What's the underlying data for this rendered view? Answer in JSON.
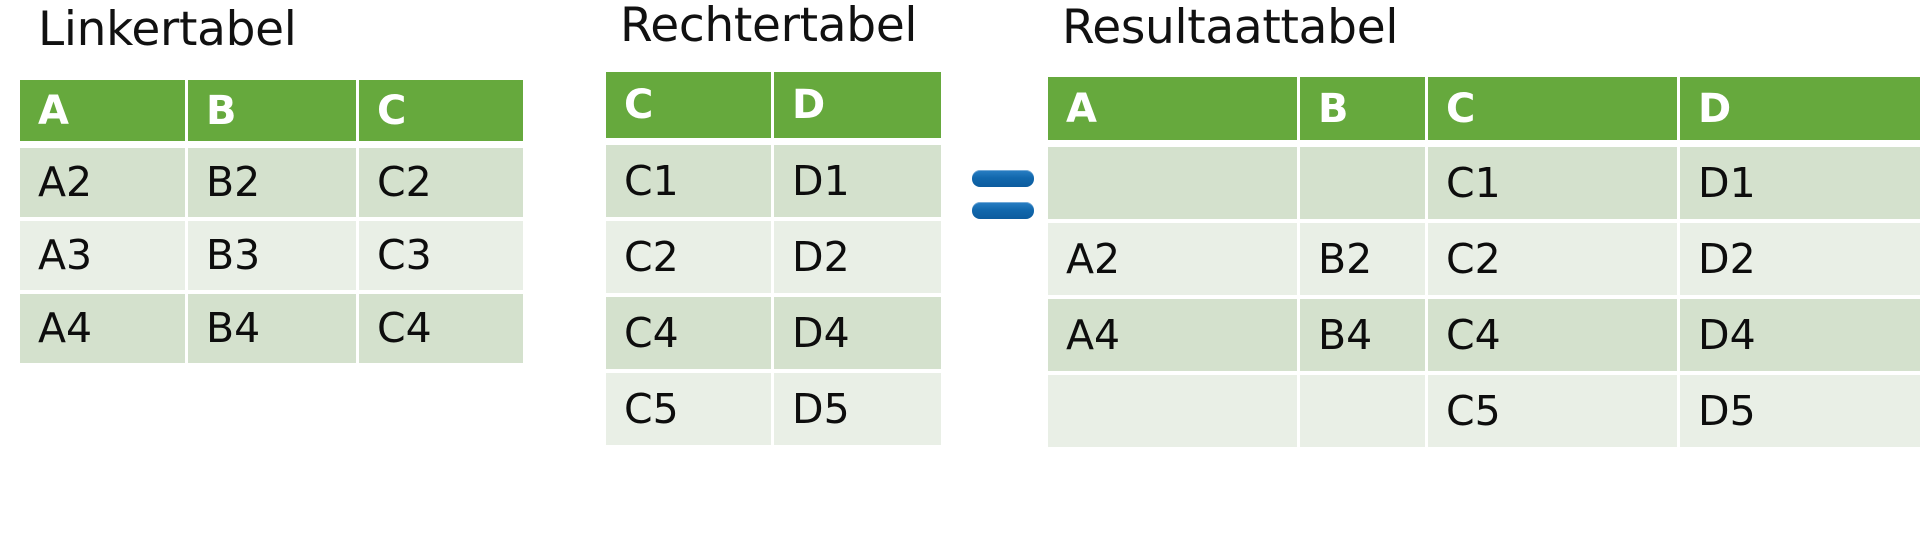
{
  "diagram": {
    "type": "sql-join-illustration",
    "background_color": "#ffffff",
    "header_color": "#66a93d",
    "row_color_dark": "#d4e1cd",
    "row_color_light": "#e9efe6",
    "accent_color": "#1268ad"
  },
  "left_table": {
    "title": "Linkertabel",
    "headers": [
      "A",
      "B",
      "C"
    ],
    "rows": [
      [
        "A2",
        "B2",
        "C2"
      ],
      [
        "A3",
        "B3",
        "C3"
      ],
      [
        "A4",
        "B4",
        "C4"
      ]
    ]
  },
  "right_table": {
    "title": "Rechtertabel",
    "headers": [
      "C",
      "D"
    ],
    "rows": [
      [
        "C1",
        "D1"
      ],
      [
        "C2",
        "D2"
      ],
      [
        "C4",
        "D4"
      ],
      [
        "C5",
        "D5"
      ]
    ]
  },
  "result_table": {
    "title": "Resultaattabel",
    "headers": [
      "A",
      "B",
      "C",
      "D"
    ],
    "rows": [
      [
        "",
        "",
        "C1",
        "D1"
      ],
      [
        "A2",
        "B2",
        "C2",
        "D2"
      ],
      [
        "A4",
        "B4",
        "C4",
        "D4"
      ],
      [
        "",
        "",
        "C5",
        "D5"
      ]
    ]
  },
  "connectors": {
    "join_arrow": "double-headed-arrow",
    "equals": "equals-sign"
  }
}
